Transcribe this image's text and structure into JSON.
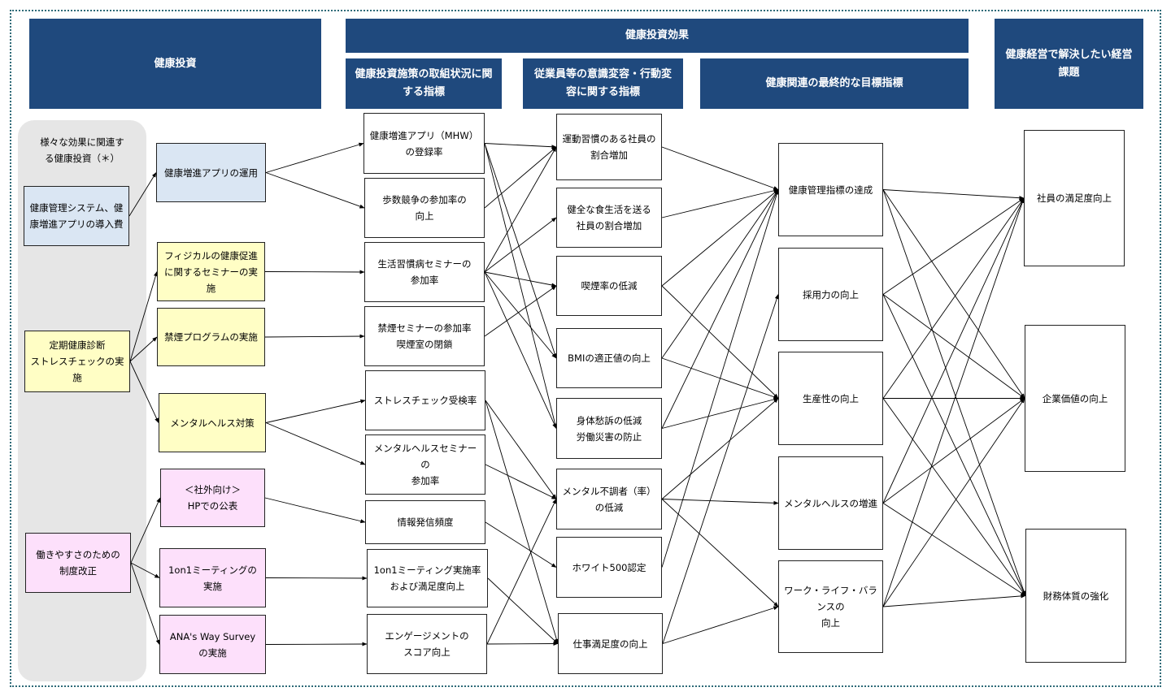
{
  "headers": {
    "investment": "健康投資",
    "effect": "健康投資効果",
    "measures": "健康投資施策の取組状況に関する指標",
    "behavior": "従業員等の意識変容・行動変容に関する指標",
    "final": "健康関連の最終的な目標指標",
    "issues": "健康経営で解決したい経営課題"
  },
  "col1": {
    "note": "様々な効果に関連する健康投資（＊）",
    "n1": "健康管理システム、健康増進アプリの導入費",
    "n2": "定期健康診断\nストレスチェックの実施",
    "n3": "働きやすさのための\n制度改正"
  },
  "col2": {
    "app": "健康増進アプリの運用",
    "physical": "フィジカルの健康促進に関するセミナーの実施",
    "smoking": "禁煙プログラムの実施",
    "mental": "メンタルヘルス対策",
    "external": "＜社外向け＞\nHPでの公表",
    "oneonone": "1on1ミーティングの\n実施",
    "survey": "ANA's Way  Survey\nの実施"
  },
  "col3": {
    "app_reg": "健康増進アプリ（MHW）\nの登録率",
    "steps": "歩数競争の参加率の\n向上",
    "lifestyle": "生活習慣病セミナーの\n参加率",
    "smoke_sem": "禁煙セミナーの参加率\n喫煙室の閉鎖",
    "stress": "ストレスチェック受検率",
    "mental_sem": "メンタルヘルスセミナーの\n参加率",
    "info": "情報発信頻度",
    "oneonone_rate": "1on1ミーティング実施率\nおよび満足度向上",
    "engagement": "エンゲージメントの\nスコア向上"
  },
  "col4": {
    "exercise": "運動習慣のある社員の\n割合増加",
    "diet": "健全な食生活を送る\n社員の割合増加",
    "smoking_rate": "喫煙率の低減",
    "bmi": "BMIの適正値の向上",
    "complaints": "身体愁訴の低減\n労働災害の防止",
    "mental_ill": "メンタル不調者（率）\nの低減",
    "white500": "ホワイト500認定",
    "job_sat": "仕事満足度の向上"
  },
  "col5": {
    "health_mgmt": "健康管理指標の達成",
    "recruit": "採用力の向上",
    "productivity": "生産性の向上",
    "mental_health": "メンタルヘルスの増進",
    "wlb": "ワーク・ライフ・バランスの\n向上"
  },
  "col6": {
    "satisfaction": "社員の満足度向上",
    "corp_value": "企業価値の向上",
    "finance": "財務体質の強化"
  }
}
